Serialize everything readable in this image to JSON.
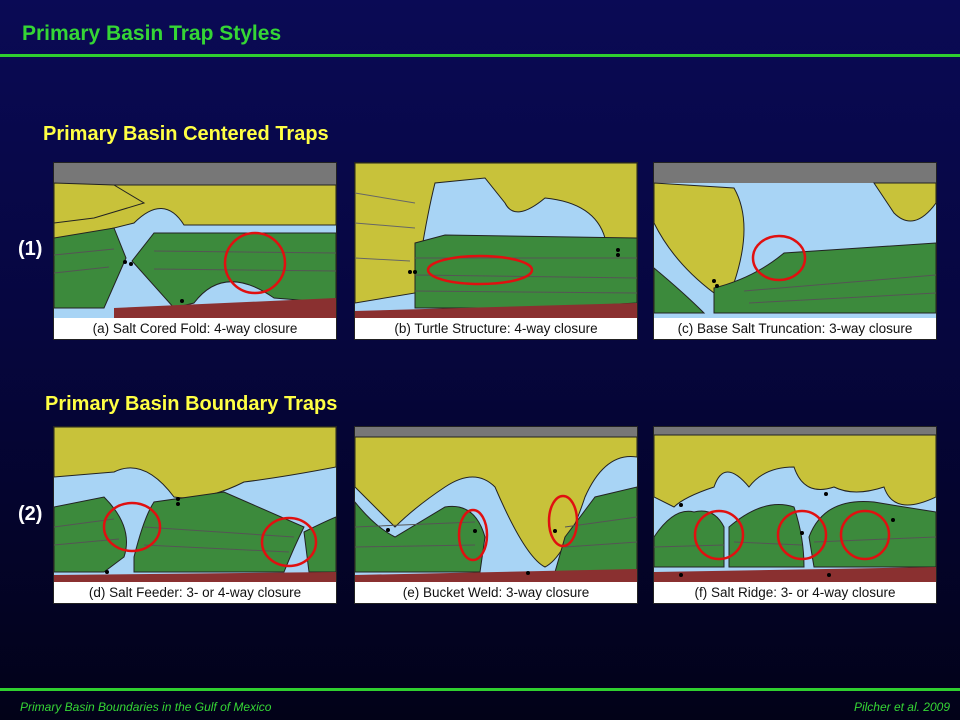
{
  "slide": {
    "title": "Primary Basin Trap Styles",
    "footer_left": "Primary Basin Boundaries in the Gulf of Mexico",
    "footer_right": "Pilcher et al. 2009"
  },
  "sections": [
    {
      "heading": "Primary Basin Centered Traps",
      "row_label": "(1)",
      "panels": [
        {
          "caption": "(a) Salt Cored Fold: 4-way closure"
        },
        {
          "caption": "(b) Turtle Structure: 4-way closure"
        },
        {
          "caption": "(c) Base Salt Truncation: 3-way closure"
        }
      ]
    },
    {
      "heading": "Primary Basin Boundary Traps",
      "row_label": "(2)",
      "panels": [
        {
          "caption": "(d) Salt Feeder: 3- or 4-way closure"
        },
        {
          "caption": "(e) Bucket Weld: 3-way closure"
        },
        {
          "caption": "(f) Salt Ridge: 3- or 4-way closure"
        }
      ]
    }
  ],
  "colors": {
    "title_green": "#35d635",
    "section_yellow": "#ffff44",
    "salt_blue": "#a8d4f5",
    "sediment_yellow": "#c8c23a",
    "basin_green": "#3c8a3c",
    "basement_red": "#8a3030",
    "trap_circle_red": "#e01010"
  }
}
